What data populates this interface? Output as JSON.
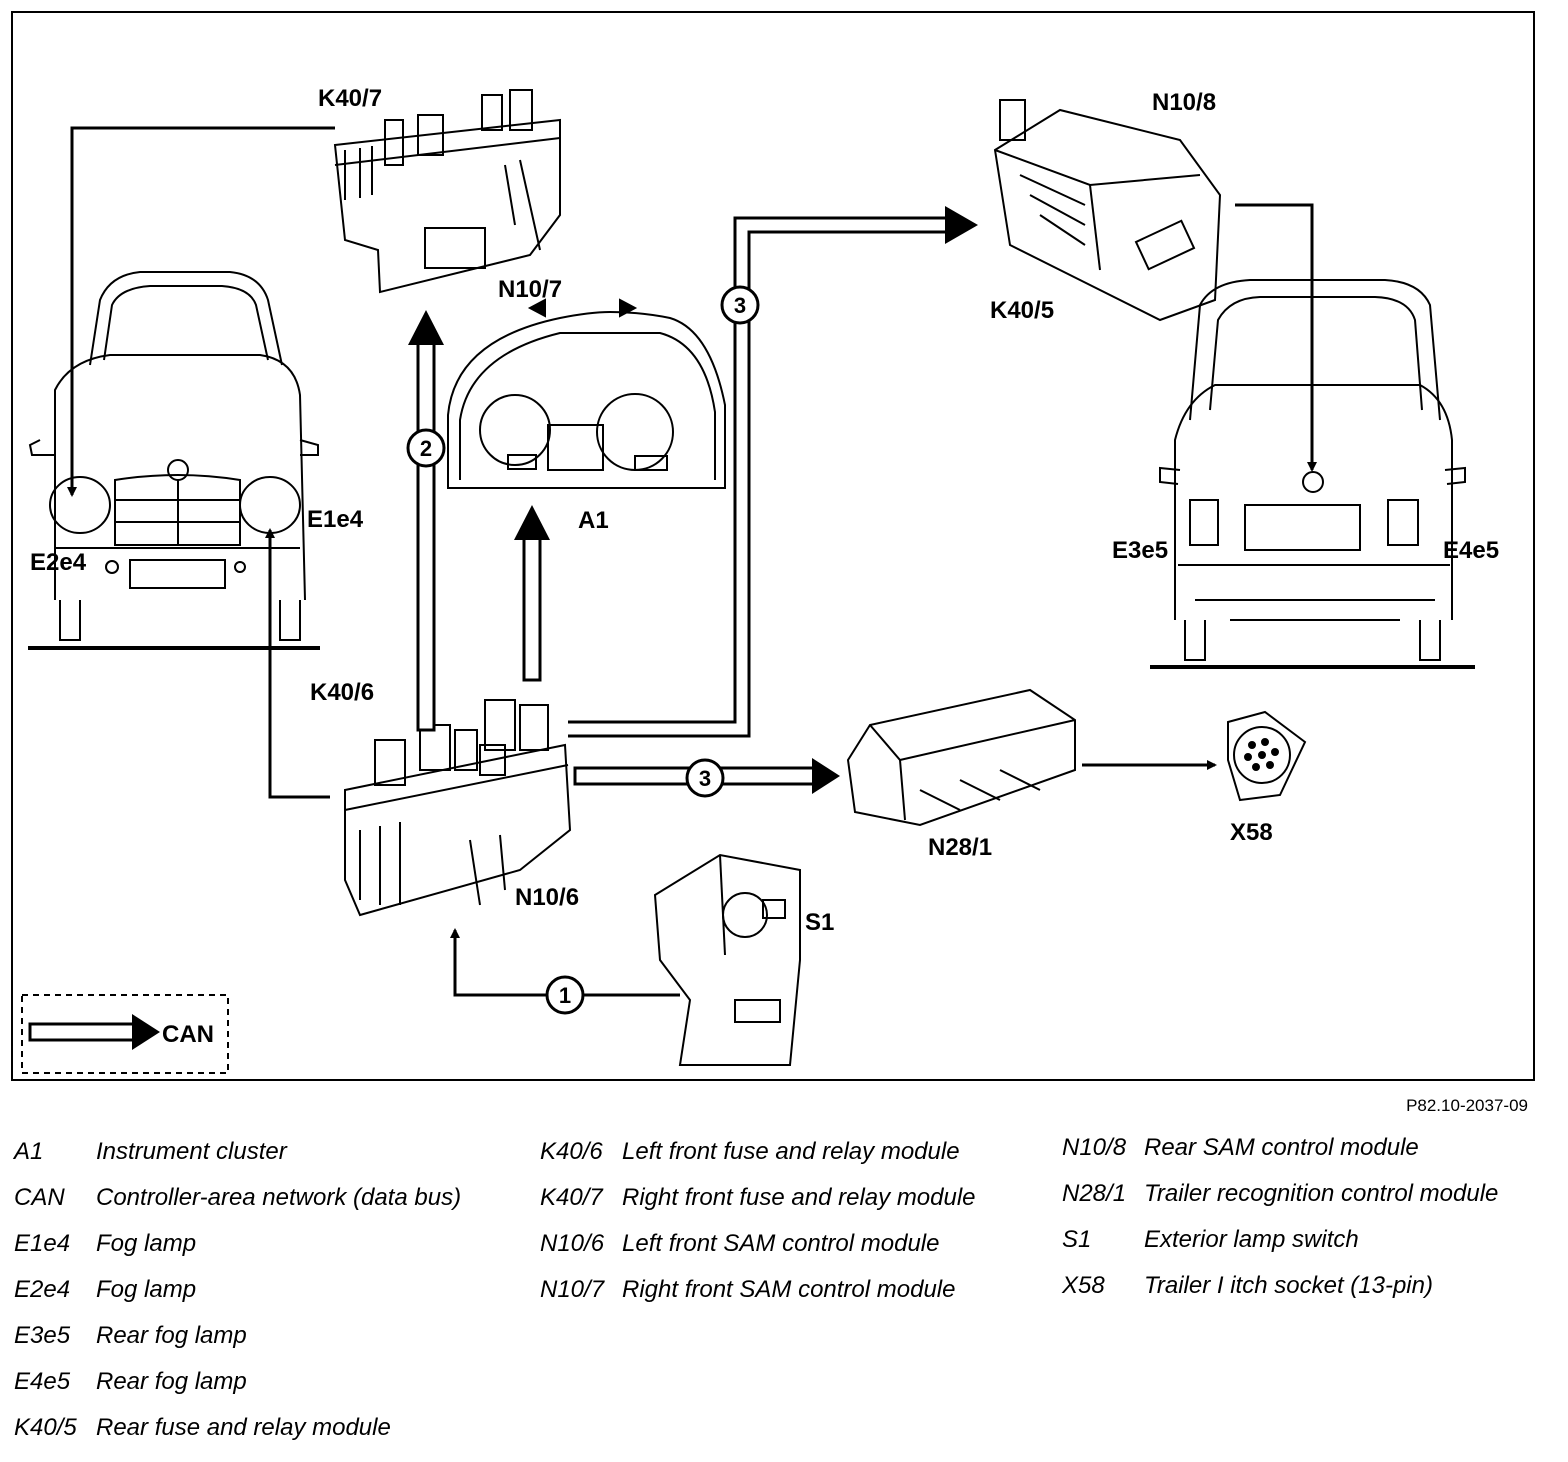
{
  "components": {
    "k40_7": "K40/7",
    "n10_7": "N10/7",
    "n10_8": "N10/8",
    "k40_5": "K40/5",
    "a1": "A1",
    "e1e4": "E1e4",
    "e2e4": "E2e4",
    "e3e5": "E3e5",
    "e4e5": "E4e5",
    "k40_6": "K40/6",
    "n10_6": "N10/6",
    "n28_1": "N28/1",
    "x58": "X58",
    "s1": "S1"
  },
  "steps": {
    "one": "1",
    "two": "2",
    "three_top": "3",
    "three_mid": "3"
  },
  "can_key": {
    "label": "CAN"
  },
  "figure_ref": "P82.10-2037-09",
  "legend": {
    "col1": [
      {
        "code": "A1",
        "desc": "Instrument cluster"
      },
      {
        "code": "CAN",
        "desc": "Controller-area network (data bus)"
      },
      {
        "code": "E1e4",
        "desc": "Fog lamp"
      },
      {
        "code": "E2e4",
        "desc": "Fog lamp"
      },
      {
        "code": "E3e5",
        "desc": "Rear fog lamp"
      },
      {
        "code": "E4e5",
        "desc": "Rear fog lamp"
      },
      {
        "code": "K40/5",
        "desc": "Rear fuse and relay module"
      }
    ],
    "col2": [
      {
        "code": "K40/6",
        "desc": "Left front fuse and relay module"
      },
      {
        "code": "K40/7",
        "desc": "Right front fuse and relay module"
      },
      {
        "code": "N10/6",
        "desc": "Left front SAM control module"
      },
      {
        "code": "N10/7",
        "desc": "Right front SAM control module"
      }
    ],
    "col3": [
      {
        "code": "N10/8",
        "desc": "Rear SAM control module"
      },
      {
        "code": "N28/1",
        "desc": "Trailer recognition control module"
      },
      {
        "code": "S1",
        "desc": "Exterior lamp switch"
      },
      {
        "code": "X58",
        "desc": "Trailer I itch socket (13-pin)"
      }
    ]
  }
}
